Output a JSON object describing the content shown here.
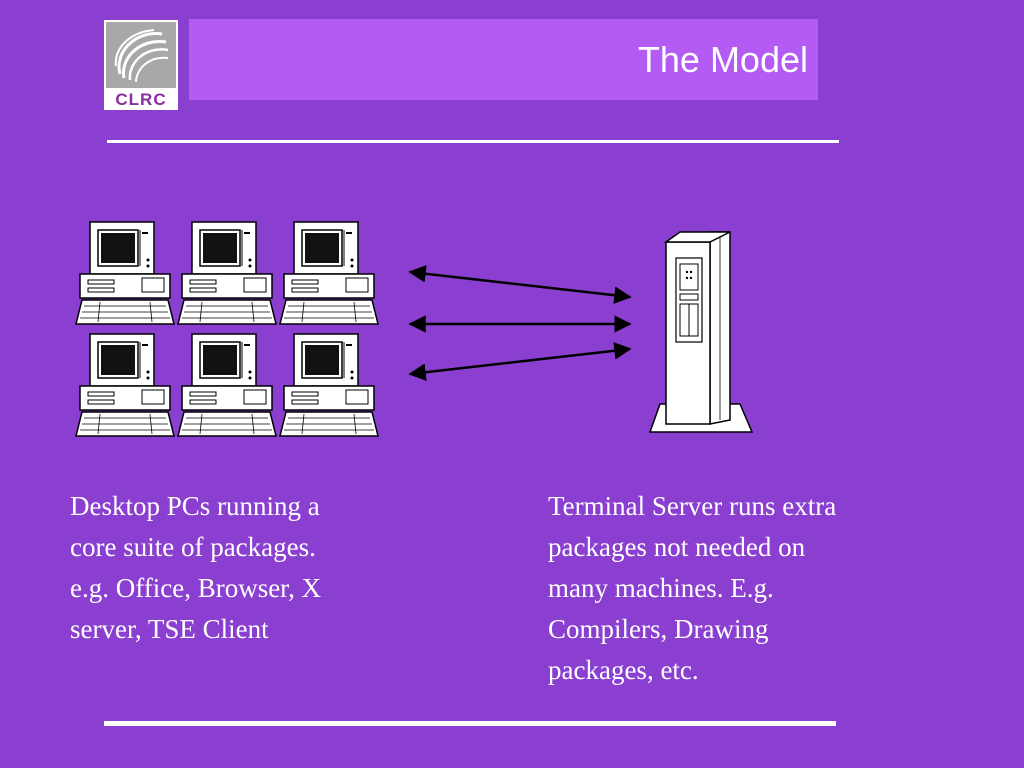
{
  "header": {
    "logo_text": "CLRC",
    "title": "The Model"
  },
  "diagram": {
    "clients": [
      "desktop-pc-1",
      "desktop-pc-2",
      "desktop-pc-3",
      "desktop-pc-4",
      "desktop-pc-5",
      "desktop-pc-6"
    ],
    "server": "terminal-server",
    "links": 3
  },
  "captions": {
    "left": [
      "Desktop PCs running a",
      "core suite of packages.",
      "e.g. Office, Browser, X",
      "server, TSE Client"
    ],
    "right": [
      "Terminal Server runs extra",
      "packages not needed on",
      "many machines. E.g.",
      "Compilers, Drawing",
      "packages, etc."
    ]
  },
  "colors": {
    "background": "#8b3fd0",
    "title_bar": "#b35bf2",
    "foreground": "#ffffff",
    "logo_text": "#8b2ca0"
  }
}
